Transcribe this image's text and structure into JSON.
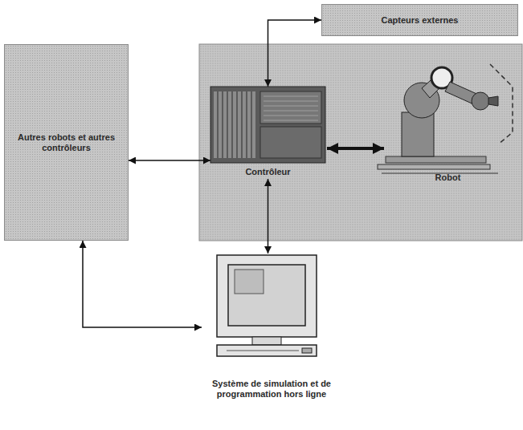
{
  "diagram": {
    "nodes": [
      {
        "text": [
          "Capteurs externes"
        ]
      },
      {
        "text": [
          "Autres robots et autres contrôleurs"
        ]
      },
      {
        "text": [
          "Contrôleur"
        ]
      },
      {
        "text": [
          "Robot"
        ]
      },
      {
        "text": [
          "Système de simulation et de programmation hors ligne"
        ]
      }
    ],
    "edges": [
      {
        "from": 2,
        "to": 0,
        "arrow": "both"
      },
      {
        "from": 1,
        "to": 2,
        "arrow": "both"
      },
      {
        "from": 2,
        "to": 3,
        "arrow": "both"
      },
      {
        "from": 2,
        "to": 4,
        "arrow": "both"
      },
      {
        "from": 1,
        "to": 4,
        "arrow": "both"
      }
    ]
  }
}
